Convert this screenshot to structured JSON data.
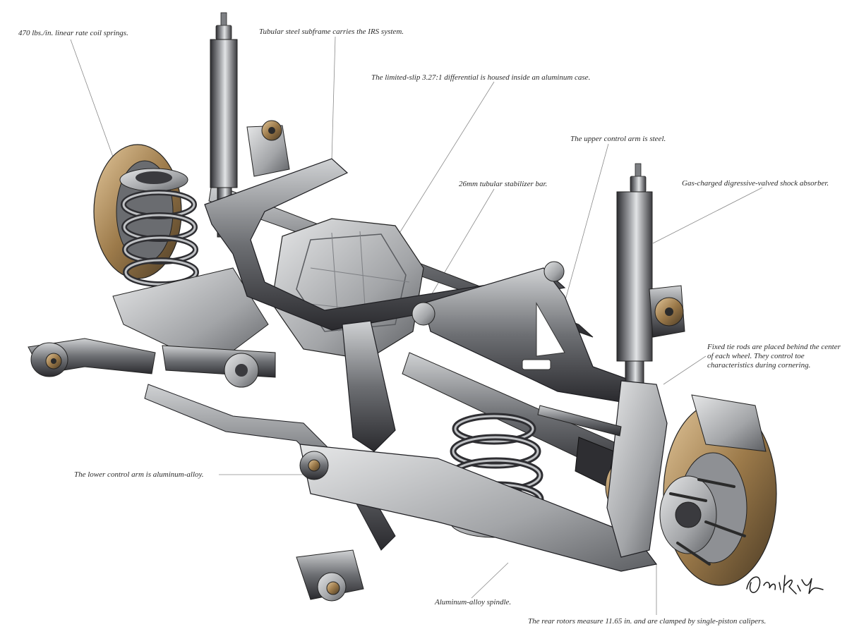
{
  "callouts": {
    "coil_springs": "470 lbs./in. linear rate coil springs.",
    "subframe": "Tubular steel subframe carries the IRS system.",
    "differential": "The limited-slip 3.27:1 differential is housed inside an aluminum case.",
    "upper_control_arm": "The upper control arm is steel.",
    "stabilizer_bar": "26mm tubular stabilizer bar.",
    "shock_absorber": "Gas-charged digressive-valved shock absorber.",
    "tie_rods": "Fixed tie rods are placed behind the center of each wheel. They control toe characteristics during cornering.",
    "lower_control_arm": "The lower control arm is aluminum-alloy.",
    "spindle": "Aluminum-alloy spindle.",
    "rotors": "The rear rotors measure 11.65 in. and are clamped by single-piston calipers."
  },
  "colors": {
    "metal_dark": "#3a3a3e",
    "metal_mid": "#8e9094",
    "metal_light": "#d4d6d8",
    "bronze": "#9c7a4a",
    "text": "#2b2b2b",
    "leader": "#8a8a8a"
  }
}
